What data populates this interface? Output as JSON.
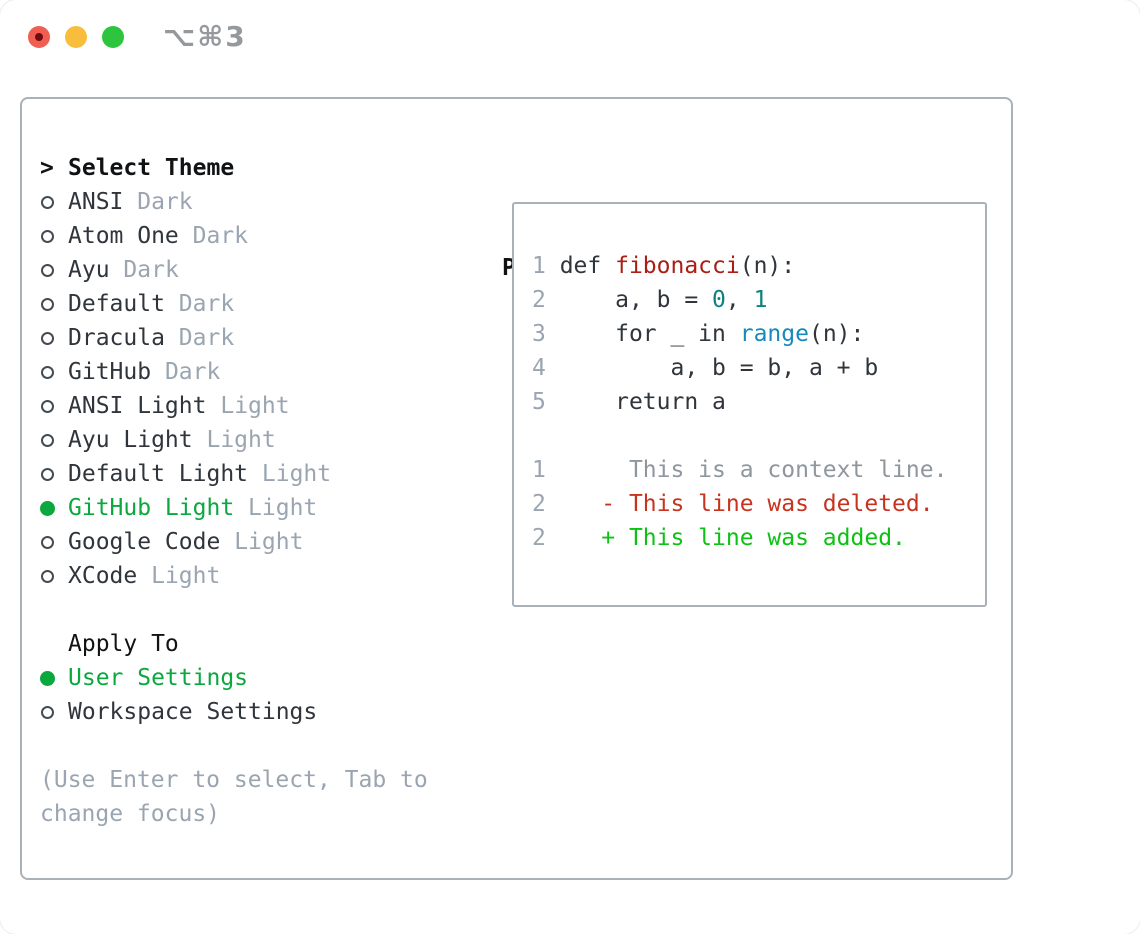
{
  "window": {
    "title": "⌥⌘3",
    "traffic_lights": [
      "close",
      "minimize",
      "zoom"
    ]
  },
  "theme_picker": {
    "cursor": ">",
    "header": "Select Theme",
    "themes": [
      {
        "name": "ANSI",
        "variant": "Dark",
        "selected": false
      },
      {
        "name": "Atom One",
        "variant": "Dark",
        "selected": false
      },
      {
        "name": "Ayu",
        "variant": "Dark",
        "selected": false
      },
      {
        "name": "Default",
        "variant": "Dark",
        "selected": false
      },
      {
        "name": "Dracula",
        "variant": "Dark",
        "selected": false
      },
      {
        "name": "GitHub",
        "variant": "Dark",
        "selected": false
      },
      {
        "name": "ANSI Light",
        "variant": "Light",
        "selected": false
      },
      {
        "name": "Ayu Light",
        "variant": "Light",
        "selected": false
      },
      {
        "name": "Default Light",
        "variant": "Light",
        "selected": false
      },
      {
        "name": "GitHub Light",
        "variant": "Light",
        "selected": true
      },
      {
        "name": "Google Code",
        "variant": "Light",
        "selected": false
      },
      {
        "name": "XCode",
        "variant": "Light",
        "selected": false
      }
    ],
    "apply_to": {
      "header": "Apply To",
      "options": [
        {
          "label": "User Settings",
          "selected": true
        },
        {
          "label": "Workspace Settings",
          "selected": false
        }
      ]
    },
    "hint": "(Use Enter to select, Tab to change focus)"
  },
  "preview": {
    "header": "Preview",
    "code_lines": [
      {
        "num": "1",
        "tokens": [
          {
            "t": "def "
          },
          {
            "t": "fibonacci",
            "c": "func"
          },
          {
            "t": "(n):"
          }
        ]
      },
      {
        "num": "2",
        "tokens": [
          {
            "t": "    a, b = "
          },
          {
            "t": "0",
            "c": "number"
          },
          {
            "t": ", "
          },
          {
            "t": "1",
            "c": "number"
          }
        ]
      },
      {
        "num": "3",
        "tokens": [
          {
            "t": "    for _ in "
          },
          {
            "t": "range",
            "c": "builtin"
          },
          {
            "t": "(n):"
          }
        ]
      },
      {
        "num": "4",
        "tokens": [
          {
            "t": "        a, b = b, a + b"
          }
        ]
      },
      {
        "num": "5",
        "tokens": [
          {
            "t": "    return a"
          }
        ]
      }
    ],
    "diff_lines": [
      {
        "num": "1",
        "marker": " ",
        "text": "This is a context line.",
        "kind": "context"
      },
      {
        "num": "2",
        "marker": "-",
        "text": "This line was deleted.",
        "kind": "deleted"
      },
      {
        "num": "2",
        "marker": "+",
        "text": "This line was added.",
        "kind": "added"
      }
    ]
  },
  "colors": {
    "selected_green": "#0aa83f",
    "added_green": "#0cc213",
    "deleted_red": "#c8331f",
    "function_red": "#aa1e16",
    "builtin_blue": "#1789bb",
    "number_teal": "#0d8180",
    "muted_gray": "#9aa5b1",
    "text_dark": "#2f353b",
    "border_gray": "#a9b1ba"
  }
}
